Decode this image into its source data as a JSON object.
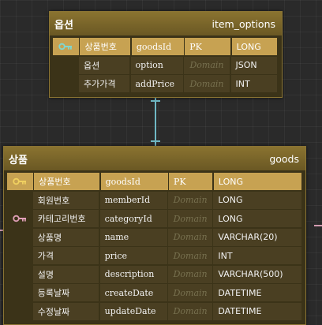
{
  "tables": {
    "item_options": {
      "name_ko": "옵션",
      "name_en": "item_options",
      "columns": [
        {
          "logical": "상품번호",
          "physical": "goodsId",
          "domain": "PK",
          "type": "LONG",
          "key": "primary-key"
        },
        {
          "logical": "옵션",
          "physical": "option",
          "domain": "Domain",
          "type": "JSON",
          "key": ""
        },
        {
          "logical": "추가가격",
          "physical": "addPrice",
          "domain": "Domain",
          "type": "INT",
          "key": ""
        }
      ]
    },
    "goods": {
      "name_ko": "상품",
      "name_en": "goods",
      "columns": [
        {
          "logical": "상품번호",
          "physical": "goodsId",
          "domain": "PK",
          "type": "LONG",
          "key": "primary-key"
        },
        {
          "logical": "회원번호",
          "physical": "memberId",
          "domain": "Domain",
          "type": "LONG",
          "key": ""
        },
        {
          "logical": "카테고리번호",
          "physical": "categoryId",
          "domain": "Domain",
          "type": "LONG",
          "key": "foreign-key"
        },
        {
          "logical": "상품명",
          "physical": "name",
          "domain": "Domain",
          "type": "VARCHAR(20)",
          "key": ""
        },
        {
          "logical": "가격",
          "physical": "price",
          "domain": "Domain",
          "type": "INT",
          "key": ""
        },
        {
          "logical": "설명",
          "physical": "description",
          "domain": "Domain",
          "type": "VARCHAR(500)",
          "key": ""
        },
        {
          "logical": "등록날짜",
          "physical": "createDate",
          "domain": "Domain",
          "type": "DATETIME",
          "key": ""
        },
        {
          "logical": "수정날짜",
          "physical": "updateDate",
          "domain": "Domain",
          "type": "DATETIME",
          "key": ""
        }
      ]
    }
  },
  "colors": {
    "primary_key_icon": "#7fd6d0",
    "goods_primary_key_icon": "#f0d060",
    "foreign_key_icon": "#e0a0b8",
    "relation_line": "#6fb8c4"
  }
}
